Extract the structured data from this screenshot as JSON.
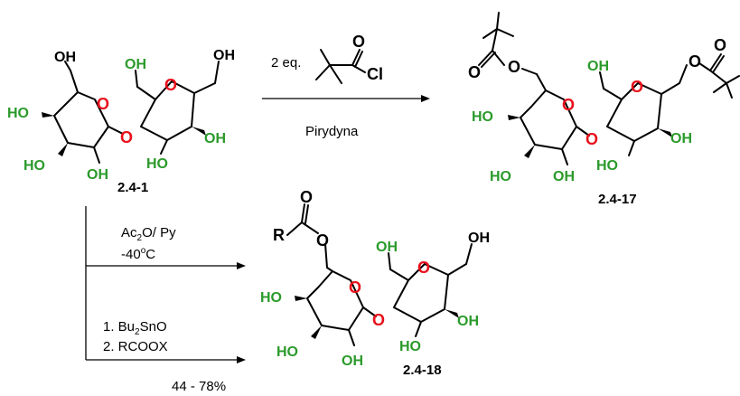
{
  "colors": {
    "oxygen": "#e8101a",
    "hydroxyl": "#2a9a2a",
    "bond": "#000000",
    "background": "#ffffff"
  },
  "labels": {
    "oh": "OH",
    "ho": "HO",
    "o": "O",
    "cl": "Cl",
    "r": "R"
  },
  "compounds": {
    "starting": "2.4-1",
    "diester": "2.4-17",
    "monoester": "2.4-18"
  },
  "reaction_top": {
    "reagent_qty": "2 eq.",
    "solvent": "Pirydyna"
  },
  "reaction_mid": {
    "line1": "Ac",
    "sub1": "2",
    "line1b": "O/ Py",
    "line2": "-40",
    "sup2": "o",
    "line2b": "C"
  },
  "reaction_bottom": {
    "step1": "1. Bu",
    "step1_sub": "2",
    "step1_end": "SnO",
    "step2": "2. RCOOX"
  },
  "yield": "44 - 78%"
}
